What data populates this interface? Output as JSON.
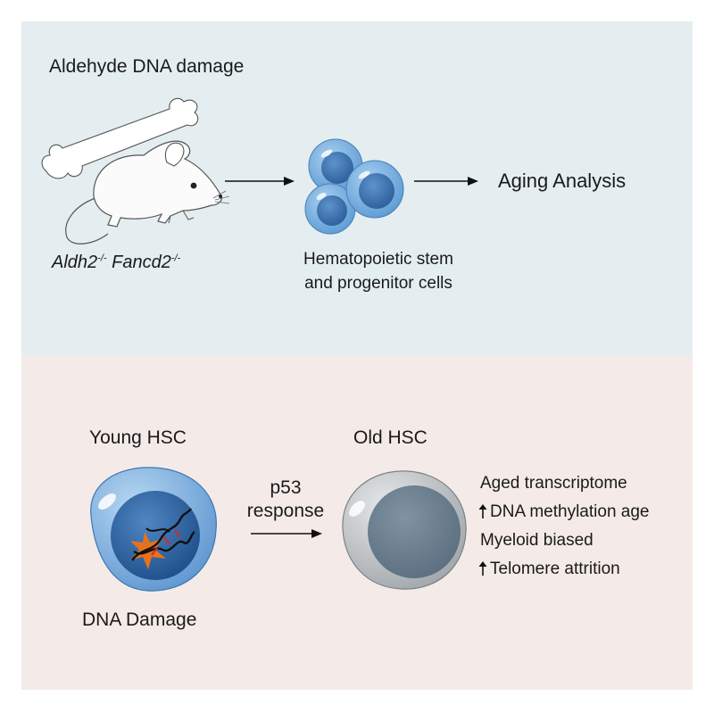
{
  "top_panel": {
    "title": "Aldehyde DNA damage",
    "mouse": {
      "genotype_gene1": "Aldh2",
      "genotype_gene1_sup": "-/-",
      "genotype_gene2": "Fancd2",
      "genotype_gene2_sup": "-/-"
    },
    "cells_label_line1": "Hematopoietic stem",
    "cells_label_line2": "and progenitor cells",
    "outcome": "Aging Analysis",
    "colors": {
      "background": "#e4eef1",
      "cell_blue": "#4a86c5"
    }
  },
  "bottom_panel": {
    "young_label": "Young HSC",
    "old_label": "Old HSC",
    "transition_line1": "p53",
    "transition_line2": "response",
    "damage_label": "DNA Damage",
    "phenotypes": [
      {
        "text": "Aged transcriptome",
        "arrow": ""
      },
      {
        "text": "DNA methylation age",
        "arrow": "up-arrow"
      },
      {
        "text": "Myeloid biased",
        "arrow": ""
      },
      {
        "text": "Telomere attrition",
        "arrow": "up-arrow"
      }
    ],
    "colors": {
      "background": "#f4ebe8",
      "young_cell": "#4f8ccb",
      "old_cell": "#8c9499",
      "damage_star": "#e8721c"
    }
  }
}
